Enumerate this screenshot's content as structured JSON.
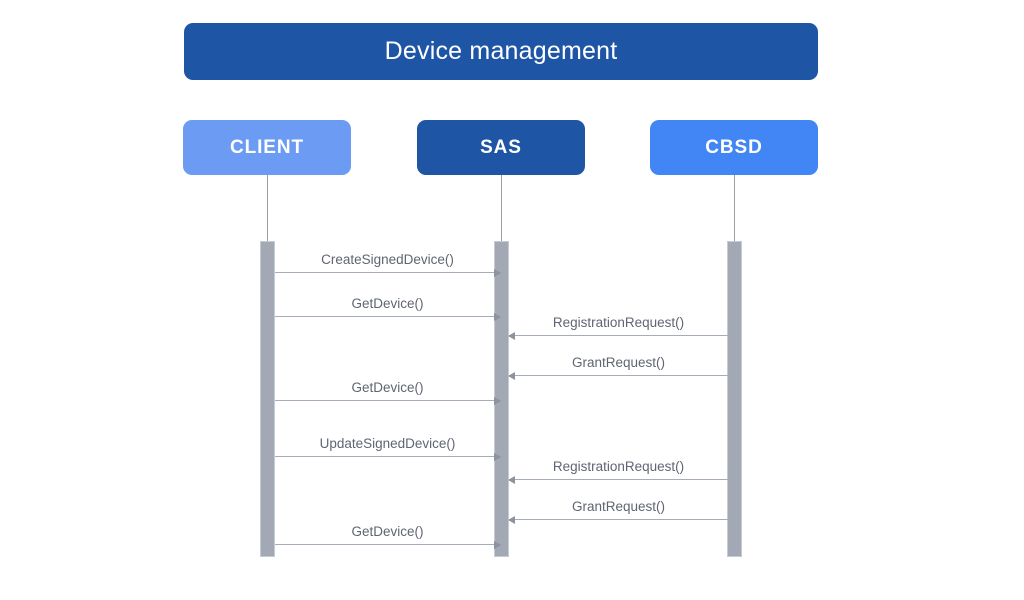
{
  "diagram": {
    "type": "sequence-diagram",
    "title": "Device management",
    "colors": {
      "title_bar": "#1f55a5",
      "client_box": "#6b9bf2",
      "sas_box": "#1f55a5",
      "cbsd_box": "#4285f4",
      "activation_bar": "#a2a9b4",
      "message_line": "#a6adb8",
      "label_text": "#5f6571",
      "background": "#ffffff"
    },
    "participants": [
      {
        "id": "client",
        "label": "CLIENT"
      },
      {
        "id": "sas",
        "label": "SAS"
      },
      {
        "id": "cbsd",
        "label": "CBSD"
      }
    ],
    "messages": [
      {
        "index": 1,
        "label": "CreateSignedDevice()",
        "from": "client",
        "to": "sas",
        "direction": "right"
      },
      {
        "index": 2,
        "label": "GetDevice()",
        "from": "client",
        "to": "sas",
        "direction": "right"
      },
      {
        "index": 3,
        "label": "RegistrationRequest()",
        "from": "cbsd",
        "to": "sas",
        "direction": "left"
      },
      {
        "index": 4,
        "label": "GrantRequest()",
        "from": "cbsd",
        "to": "sas",
        "direction": "left"
      },
      {
        "index": 5,
        "label": "GetDevice()",
        "from": "client",
        "to": "sas",
        "direction": "right"
      },
      {
        "index": 6,
        "label": "UpdateSignedDevice()",
        "from": "client",
        "to": "sas",
        "direction": "right"
      },
      {
        "index": 7,
        "label": "RegistrationRequest()",
        "from": "cbsd",
        "to": "sas",
        "direction": "left"
      },
      {
        "index": 8,
        "label": "GrantRequest()",
        "from": "cbsd",
        "to": "sas",
        "direction": "left"
      },
      {
        "index": 9,
        "label": "GetDevice()",
        "from": "client",
        "to": "sas",
        "direction": "right"
      }
    ]
  }
}
